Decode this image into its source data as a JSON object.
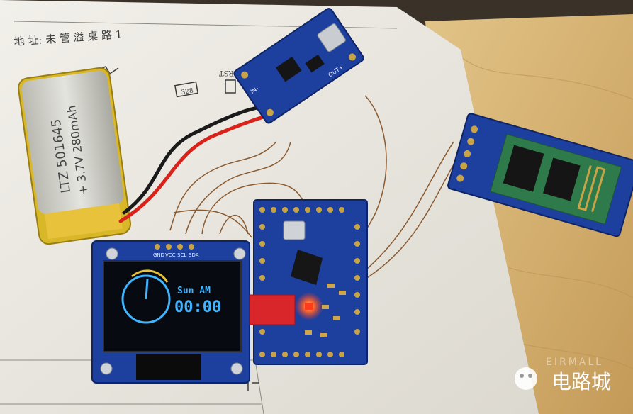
{
  "oled": {
    "pin_labels": [
      "GND",
      "VCC",
      "SCL",
      "SDA"
    ],
    "day_text": "Sun AM",
    "time_text": "00:00"
  },
  "battery": {
    "line1": "LTZ 501645",
    "line2": "+ 3.7V 280mAh"
  },
  "paper": {
    "handwriting": "地 址: 未 管 溢 桌 路 1",
    "label_rst": "RST",
    "label_box": "328"
  },
  "charger": {
    "pin_in_minus": "IN-",
    "pin_out_plus": "OUT+"
  },
  "watermark": {
    "brand_cn": "电路城",
    "brand_en": "EIRMALL"
  },
  "colors": {
    "pcb_blue": "#1d3f9e",
    "oled_text": "#3fb4ff",
    "led_red": "#ff3b1e",
    "desk_wood": "#d8b877",
    "paper": "#eceae3"
  }
}
